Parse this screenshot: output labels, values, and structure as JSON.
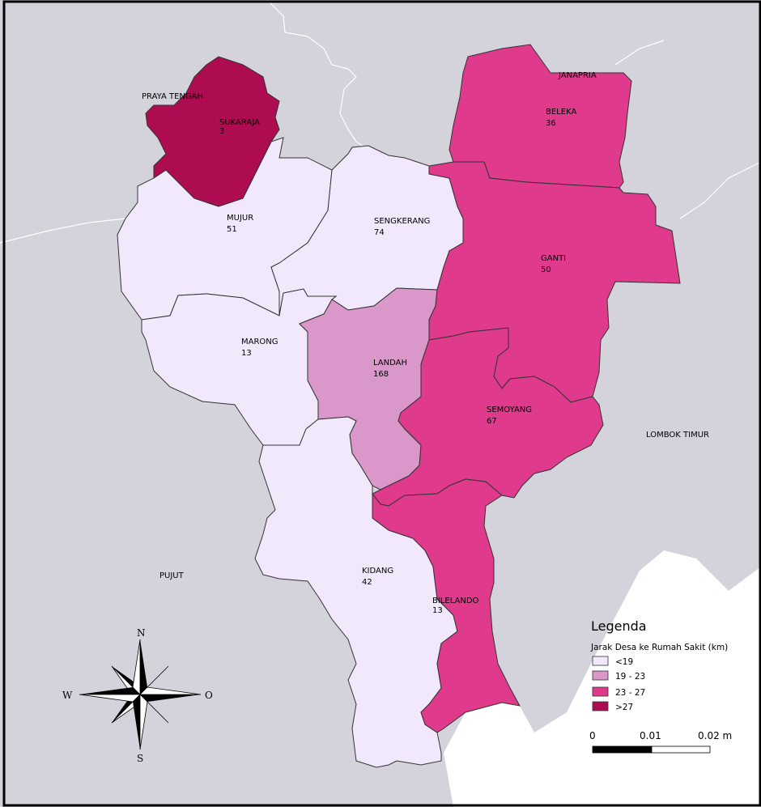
{
  "map": {
    "colors": {
      "background_land": "#d4d2da",
      "sea": "#ffffff",
      "class_lt19": "#f1e9fb",
      "class_19_23": "#da97ca",
      "class_23_27": "#df3a8b",
      "class_gt27": "#ad0c50",
      "border": "#333333",
      "frame": "#000000"
    },
    "villages": [
      {
        "name": "SUKARAJA",
        "value": "3",
        "class": ">27"
      },
      {
        "name": "MUJUR",
        "value": "51",
        "class": "<19"
      },
      {
        "name": "SENGKERANG",
        "value": "74",
        "class": "<19"
      },
      {
        "name": "MARONG",
        "value": "13",
        "class": "<19"
      },
      {
        "name": "LANDAH",
        "value": "168",
        "class": "19 - 23"
      },
      {
        "name": "KIDANG",
        "value": "42",
        "class": "<19"
      },
      {
        "name": "BELEKA",
        "value": "36",
        "class": "23 - 27"
      },
      {
        "name": "GANTI",
        "value": "50",
        "class": "23 - 27"
      },
      {
        "name": "SEMOYANG",
        "value": "67",
        "class": "23 - 27"
      },
      {
        "name": "BILELANDO",
        "value": "13",
        "class": "23 - 27"
      }
    ],
    "context_labels": [
      "PRAYA TENGAH",
      "JANAPRIA",
      "LOMBOK TIMUR",
      "PUJUT"
    ]
  },
  "legend": {
    "title": "Legenda",
    "subtitle": "Jarak Desa ke Rumah Sakit (km)",
    "items": [
      {
        "label": "<19",
        "color": "#f1e9fb"
      },
      {
        "label": "19 - 23",
        "color": "#da97ca"
      },
      {
        "label": "23 - 27",
        "color": "#df3a8b"
      },
      {
        "label": ">27",
        "color": "#ad0c50"
      }
    ]
  },
  "scalebar": {
    "ticks": [
      "0",
      "0.01",
      "0.02 m"
    ]
  },
  "compass": {
    "n": "N",
    "s": "S",
    "w": "W",
    "e": "O"
  }
}
